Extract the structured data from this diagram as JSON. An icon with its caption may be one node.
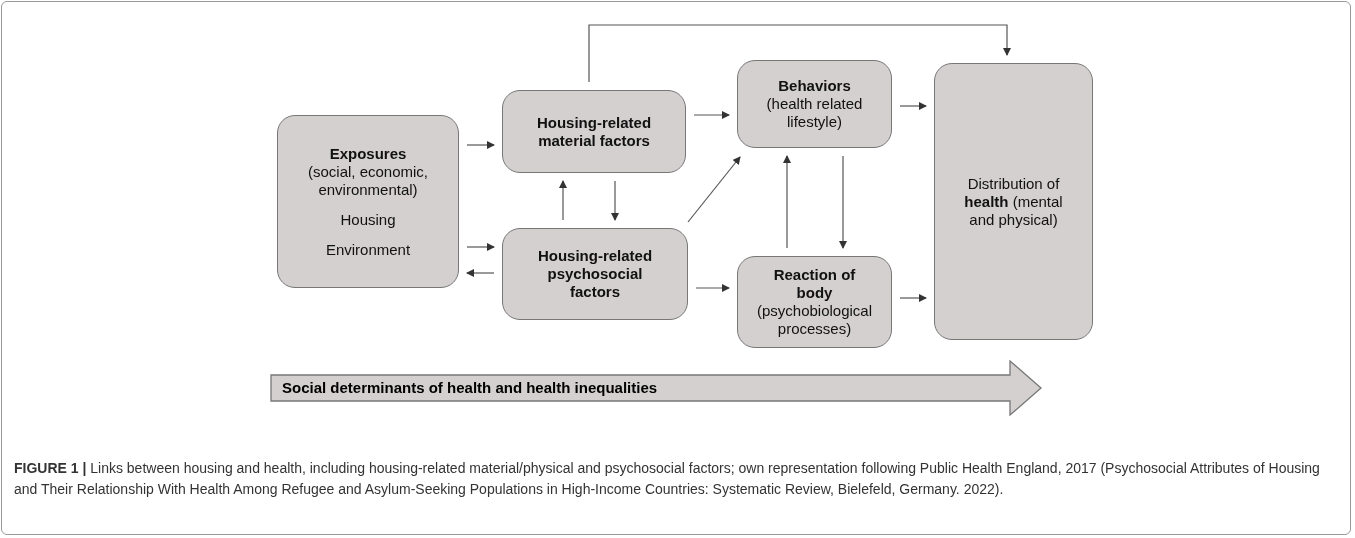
{
  "diagram": {
    "caption": "**FIGURE 1 |** Links between housing and health, including housing-related material/physical and psychosocial factors; own representation following Public Health England, 2017 (Psychosocial Attributes of Housing and Their Relationship With Health Among Refugee and Asylum-Seeking Populations in High-Income Countries: Systematic Review, Bielefeld, Germany. 2022).",
    "nodes": [
      {
        "text": [
          "Exposures",
          "(social, economic, environmental)",
          "Housing",
          "Environment"
        ]
      },
      {
        "text": [
          "Housing-related material factors"
        ]
      },
      {
        "text": [
          "Housing-related psychosocial factors"
        ]
      },
      {
        "text": [
          "Behaviors",
          "(health related lifestyle)"
        ]
      },
      {
        "text": [
          "Reaction of body",
          "(psychobiological processes)"
        ]
      },
      {
        "text": [
          "Distribution of **health** (mental and physical)"
        ]
      },
      {
        "text": [
          "Social determinants of health and health inequalities"
        ]
      }
    ],
    "edges": [
      {
        "from": 0,
        "to": 1,
        "arrow": "to"
      },
      {
        "from": 0,
        "to": 2,
        "arrow": "to"
      },
      {
        "from": 2,
        "to": 0,
        "arrow": "to"
      },
      {
        "from": 2,
        "to": 1,
        "arrow": "to"
      },
      {
        "from": 1,
        "to": 2,
        "arrow": "to"
      },
      {
        "from": 1,
        "to": 3,
        "arrow": "to"
      },
      {
        "from": 2,
        "to": 3,
        "arrow": "to"
      },
      {
        "from": 2,
        "to": 4,
        "arrow": "to"
      },
      {
        "from": 3,
        "to": 5,
        "arrow": "to"
      },
      {
        "from": 4,
        "to": 5,
        "arrow": "to"
      },
      {
        "from": 4,
        "to": 3,
        "arrow": "to"
      },
      {
        "from": 3,
        "to": 4,
        "arrow": "to"
      },
      {
        "from": 1,
        "to": 5,
        "arrow": "to"
      }
    ]
  }
}
